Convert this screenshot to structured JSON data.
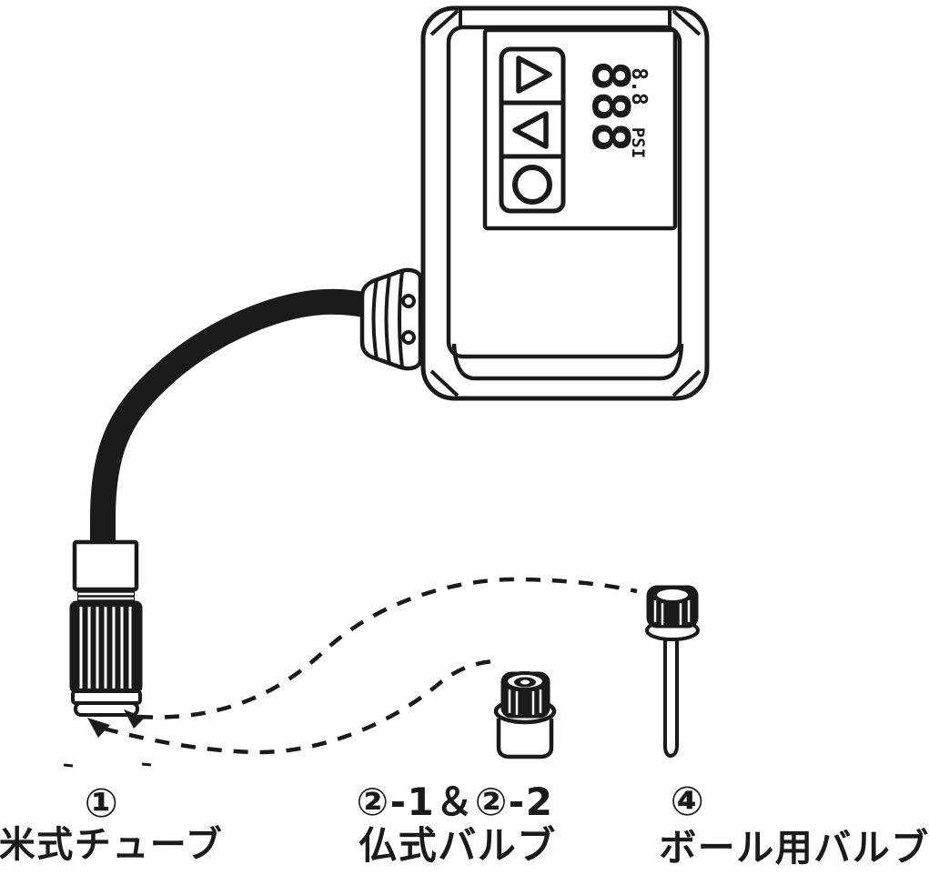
{
  "diagram_type": "air-pump parts instruction diagram",
  "colors": {
    "line": "#1a1a1a",
    "background": "#ffffff"
  },
  "device": {
    "name": "electric air pump unit",
    "buttons": [
      {
        "icon": "triangle-right-icon"
      },
      {
        "icon": "triangle-left-icon"
      },
      {
        "icon": "circle-icon"
      }
    ],
    "display": {
      "orientation": "rotated-90",
      "value_large": "888",
      "value_small": "8.8",
      "unit": "PSI"
    }
  },
  "parts": {
    "hose": "air hose with chuck nozzle",
    "adapter_presta": "french valve adapter",
    "adapter_ball": "ball needle valve"
  },
  "labels": {
    "item1": {
      "number": "①",
      "name": "米式チューブ"
    },
    "item2": {
      "number": "②-1＆②-2",
      "name": "仏式バルブ"
    },
    "item4": {
      "number": "④",
      "name": "ボール用バルブ"
    }
  }
}
